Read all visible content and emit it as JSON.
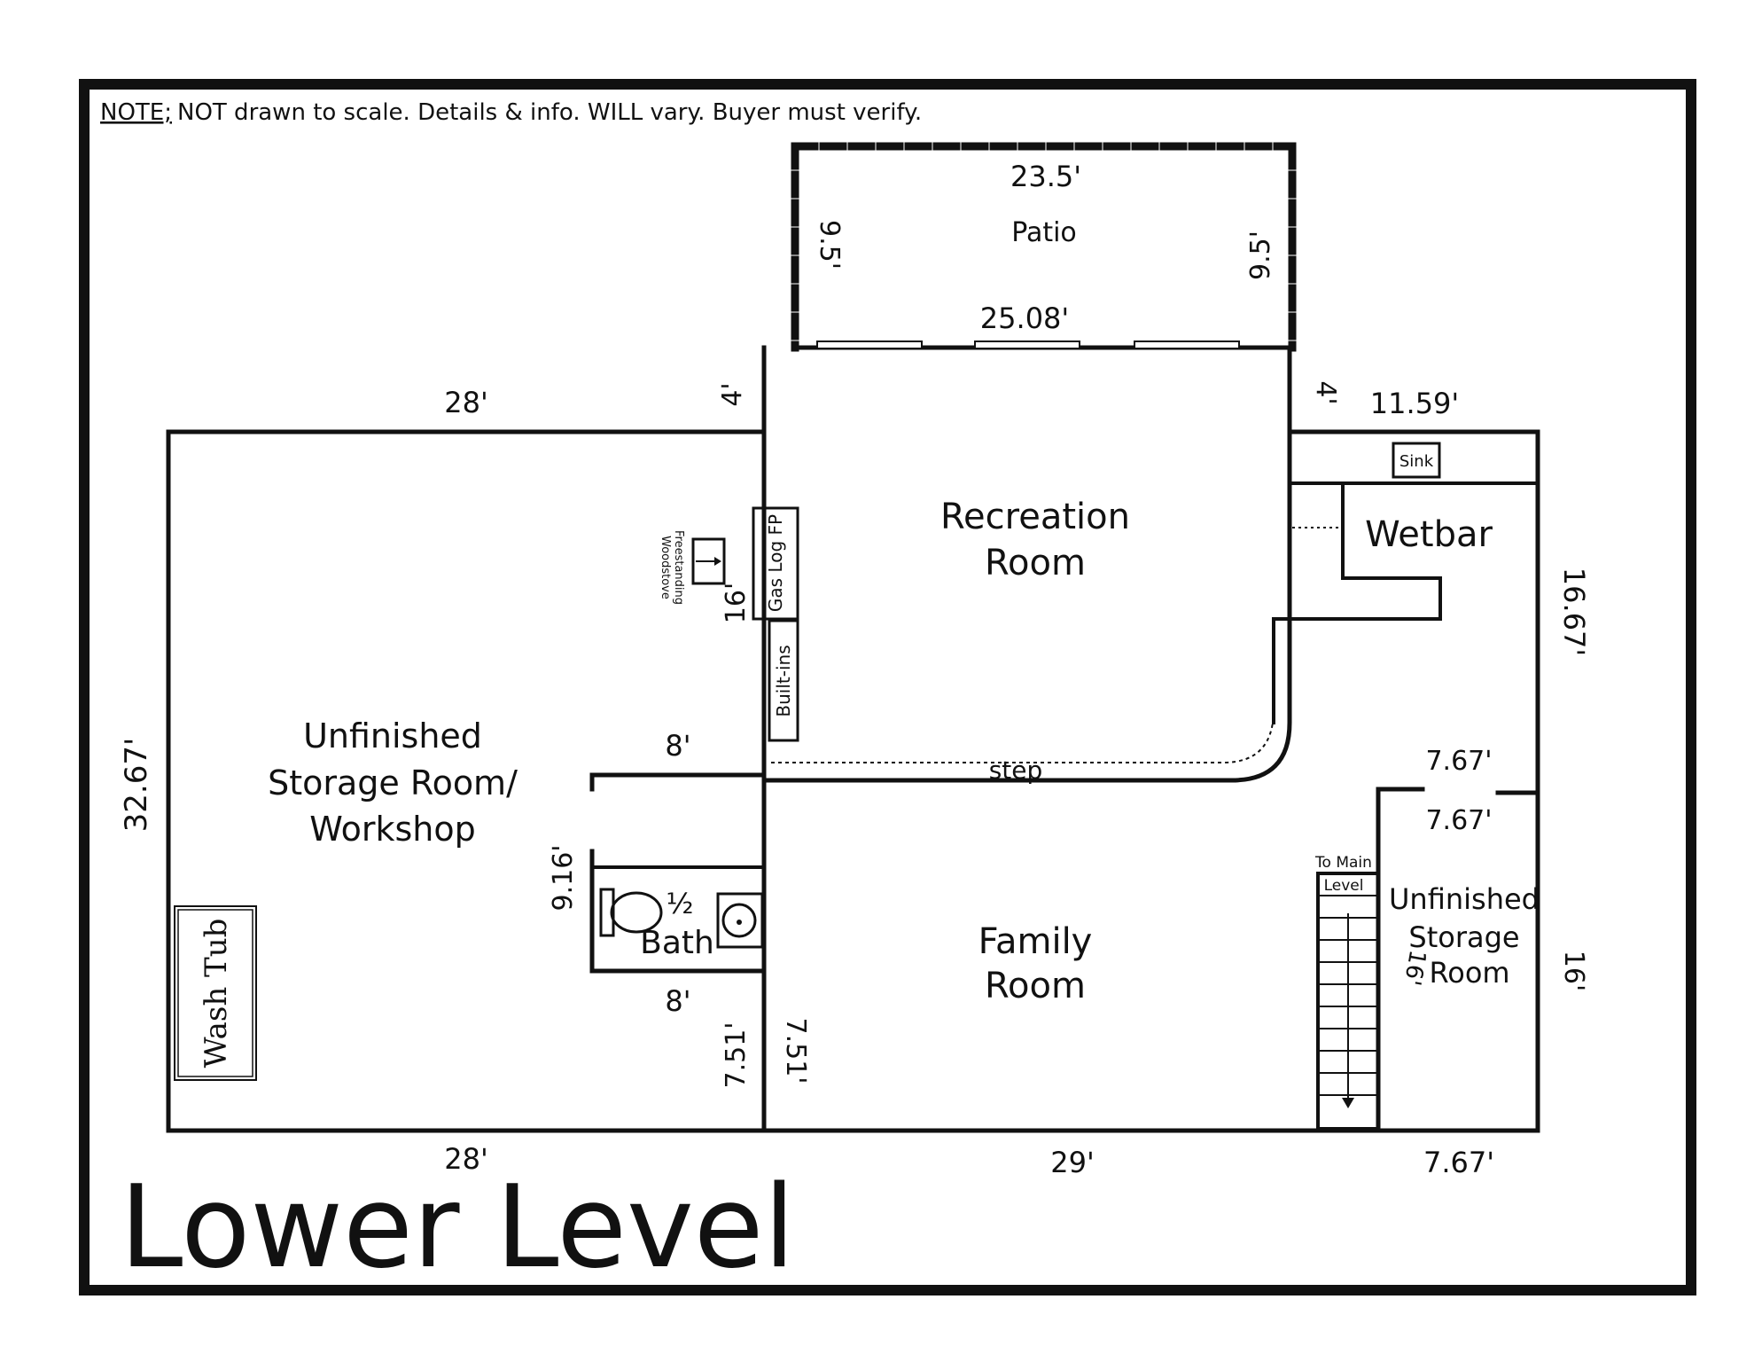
{
  "note": {
    "prefix": "NOTE;",
    "text": " NOT drawn to scale. Details & info. WILL vary. Buyer must verify."
  },
  "title": "Lower Level",
  "rooms": {
    "patio": "Patio",
    "recreation_line1": "Recreation",
    "recreation_line2": "Room",
    "wetbar": "Wetbar",
    "storage_workshop_line1": "Unfinished",
    "storage_workshop_line2": "Storage Room/",
    "storage_workshop_line3": "Workshop",
    "family_line1": "Family",
    "family_line2": "Room",
    "bath_line1": "½",
    "bath_line2": "Bath",
    "storage_room_line1": "Unfinished",
    "storage_room_line2": "Storage",
    "storage_room_line3": "Room"
  },
  "fixtures": {
    "sink": "Sink",
    "gas_log_fp": "Gas Log FP",
    "built_ins": "Built-ins",
    "woodstove_line1": "Freestanding",
    "woodstove_line2": "Woodstove",
    "wash_tub": "Wash Tub",
    "step": "step",
    "stairs_line1": "To Main",
    "stairs_line2": "Level"
  },
  "dimensions": {
    "patio_top": "23.5'",
    "patio_left": "9.5'",
    "patio_right": "9.5'",
    "patio_bottom": "25.08'",
    "top_left": "28'",
    "step_left": "4'",
    "step_right": "4'",
    "top_right": "11.59'",
    "right_upper": "16.67'",
    "fireplace_wall": "16'",
    "left_wall": "32.67'",
    "partition": "8'",
    "bath_width": "8'",
    "bath_height": "9.16'",
    "hall_left": "7.51'",
    "hall_right": "7.51'",
    "storage_top_outer": "7.67'",
    "storage_top_inner": "7.67'",
    "storage_inner_side": "16'",
    "storage_outer_side": "16'",
    "bottom_left": "28'",
    "bottom_middle": "29'",
    "bottom_right": "7.67'"
  }
}
